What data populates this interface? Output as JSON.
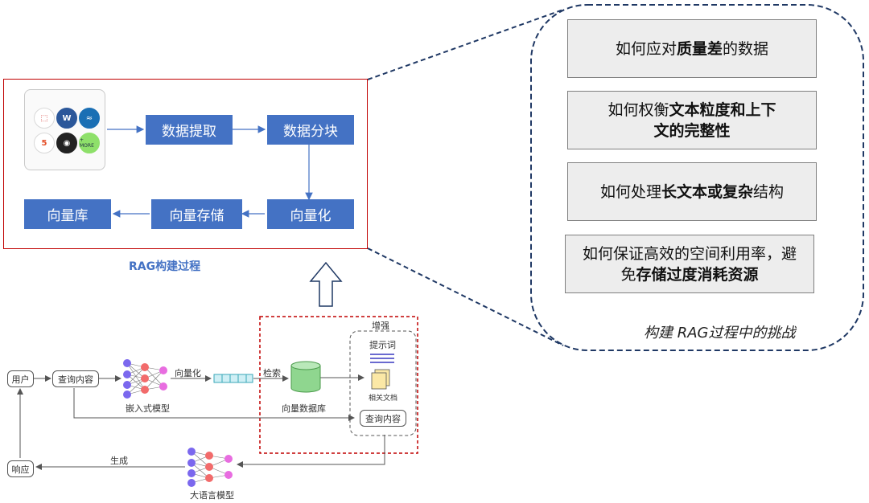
{
  "pipeline": {
    "steps": {
      "extract": "数据提取",
      "chunk": "数据分块",
      "vectorize": "向量化",
      "store": "向量存储",
      "db": "向量库"
    },
    "sources": [
      "pdf-icon",
      "word-icon",
      "web-icon",
      "html5-icon",
      "openai-icon",
      "+ MORE"
    ],
    "caption": "RAG构建过程"
  },
  "challenges": {
    "items": [
      {
        "pre": "如何应对",
        "bold": "质量差",
        "post": "的数据"
      },
      {
        "pre": "如何权衡",
        "bold": "文本粒度和上下文的完整性",
        "post": ""
      },
      {
        "pre": "如何处理",
        "bold": "长文本或复杂",
        "post": "结构"
      },
      {
        "pre": "如何保证高效的空间利用率，避免",
        "bold": "存储过度消耗资源",
        "post": ""
      }
    ],
    "caption": "构建 RAG过程中的挑战"
  },
  "sketch": {
    "user": "用户",
    "query": "查询内容",
    "embed_model": "嵌入式模型",
    "vectorize": "向量化",
    "retrieve": "检索",
    "vector_db": "向量数据库",
    "augment": "增强",
    "prompt": "提示词",
    "related_docs": "相关文档",
    "query2": "查询内容",
    "generate": "生成",
    "response": "响应",
    "llm": "大语言模型"
  },
  "colors": {
    "accent": "#4472c4",
    "frame": "#c00000",
    "dashed_red": "#c00000",
    "navy": "#1f3864"
  }
}
